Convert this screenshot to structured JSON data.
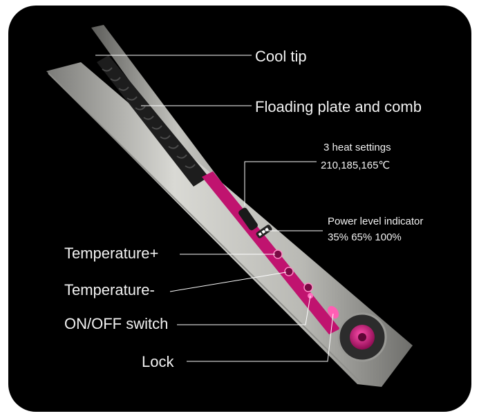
{
  "labels": {
    "cool_tip": "Cool tip",
    "floading_plate": "Floading plate and comb",
    "heat_settings_title": "3 heat settings",
    "heat_settings_values": "210,185,165℃",
    "power_indicator_title": "Power level indicator",
    "power_indicator_values": "35% 65% 100%",
    "temp_plus": "Temperature+",
    "temp_minus": "Temperature-",
    "onoff": "ON/OFF switch",
    "lock": "Lock"
  },
  "colors": {
    "background": "#000000",
    "body_silver": "#c9c9c4",
    "accent_magenta": "#c0136f",
    "leader_line": "#ffffff"
  }
}
